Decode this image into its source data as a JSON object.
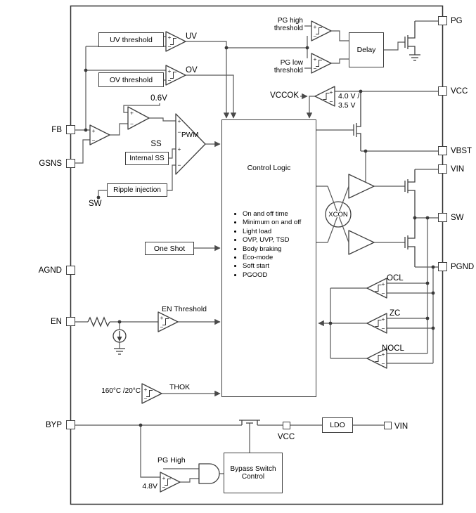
{
  "sym": {
    "plus": "+",
    "minus": "−"
  },
  "pins": {
    "left": [
      {
        "label": "FB"
      },
      {
        "label": "GSNS"
      },
      {
        "label": "AGND"
      },
      {
        "label": "EN"
      },
      {
        "label": "BYP"
      }
    ],
    "right": [
      {
        "label": "PG"
      },
      {
        "label": "VCC"
      },
      {
        "label": "VBST"
      },
      {
        "label": "VIN"
      },
      {
        "label": "SW"
      },
      {
        "label": "PGND"
      }
    ]
  },
  "boxes": {
    "uv_threshold": "UV threshold",
    "ov_threshold": "OV threshold",
    "delay": "Delay",
    "internal_ss": "Internal SS",
    "ripple_injection": "Ripple injection",
    "one_shot": "One Shot",
    "ldo": "LDO",
    "bypass_line1": "Bypass Switch",
    "bypass_line2": "Control"
  },
  "control_logic": {
    "title": "Control Logic",
    "items": [
      "On and off time",
      "Minimum on and off",
      "Light load",
      "OVP, UVP, TSD",
      "Body braking",
      "Eco-mode",
      "Soft start",
      "PGOOD"
    ]
  },
  "labels": {
    "uv": "UV",
    "ov": "OV",
    "pg_high_threshold_1": "PG high",
    "pg_high_threshold_2": "threshold",
    "pg_low_threshold_1": "PG low",
    "pg_low_threshold_2": "threshold",
    "vref": "0.6V",
    "pwm": "PWM",
    "ss": "SS",
    "sw": "SW",
    "vccok": "VCCOK",
    "vccok_level_1": "4.0 V /",
    "vccok_level_2": "3.5 V",
    "xcon": "XCON",
    "ocl": "OCL",
    "zc": "ZC",
    "nocl": "NOCL",
    "en_threshold": "EN Threshold",
    "thok": "THOK",
    "temp": "160°C /20°C",
    "pg_high": "PG High",
    "v_4_8": "4.8V",
    "vcc_internal": "VCC",
    "vin_internal": "VIN"
  }
}
